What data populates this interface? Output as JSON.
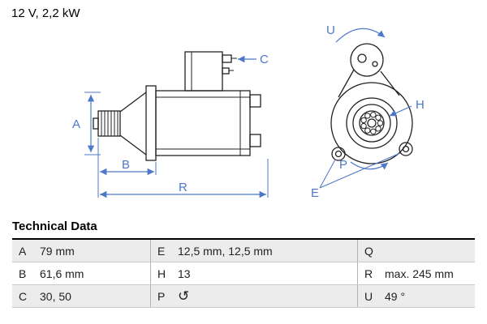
{
  "header": {
    "spec": "12 V, 2,2 kW"
  },
  "diagram": {
    "accent_color": "#4d78c8",
    "labels": {
      "a": "A",
      "b": "B",
      "c": "C",
      "r": "R",
      "u": "U",
      "h": "H",
      "p": "P",
      "e": "E"
    }
  },
  "table": {
    "title": "Technical Data",
    "rows": [
      {
        "k1": "A",
        "v1": "79 mm",
        "k2": "E",
        "v2": "12,5 mm, 12,5 mm",
        "k3": "Q",
        "v3": ""
      },
      {
        "k1": "B",
        "v1": "61,6 mm",
        "k2": "H",
        "v2": "13",
        "k3": "R",
        "v3": "max. 245 mm"
      },
      {
        "k1": "C",
        "v1": "30, 50",
        "k2": "P",
        "v2": "↺",
        "k3": "U",
        "v3": "49 °"
      }
    ]
  }
}
